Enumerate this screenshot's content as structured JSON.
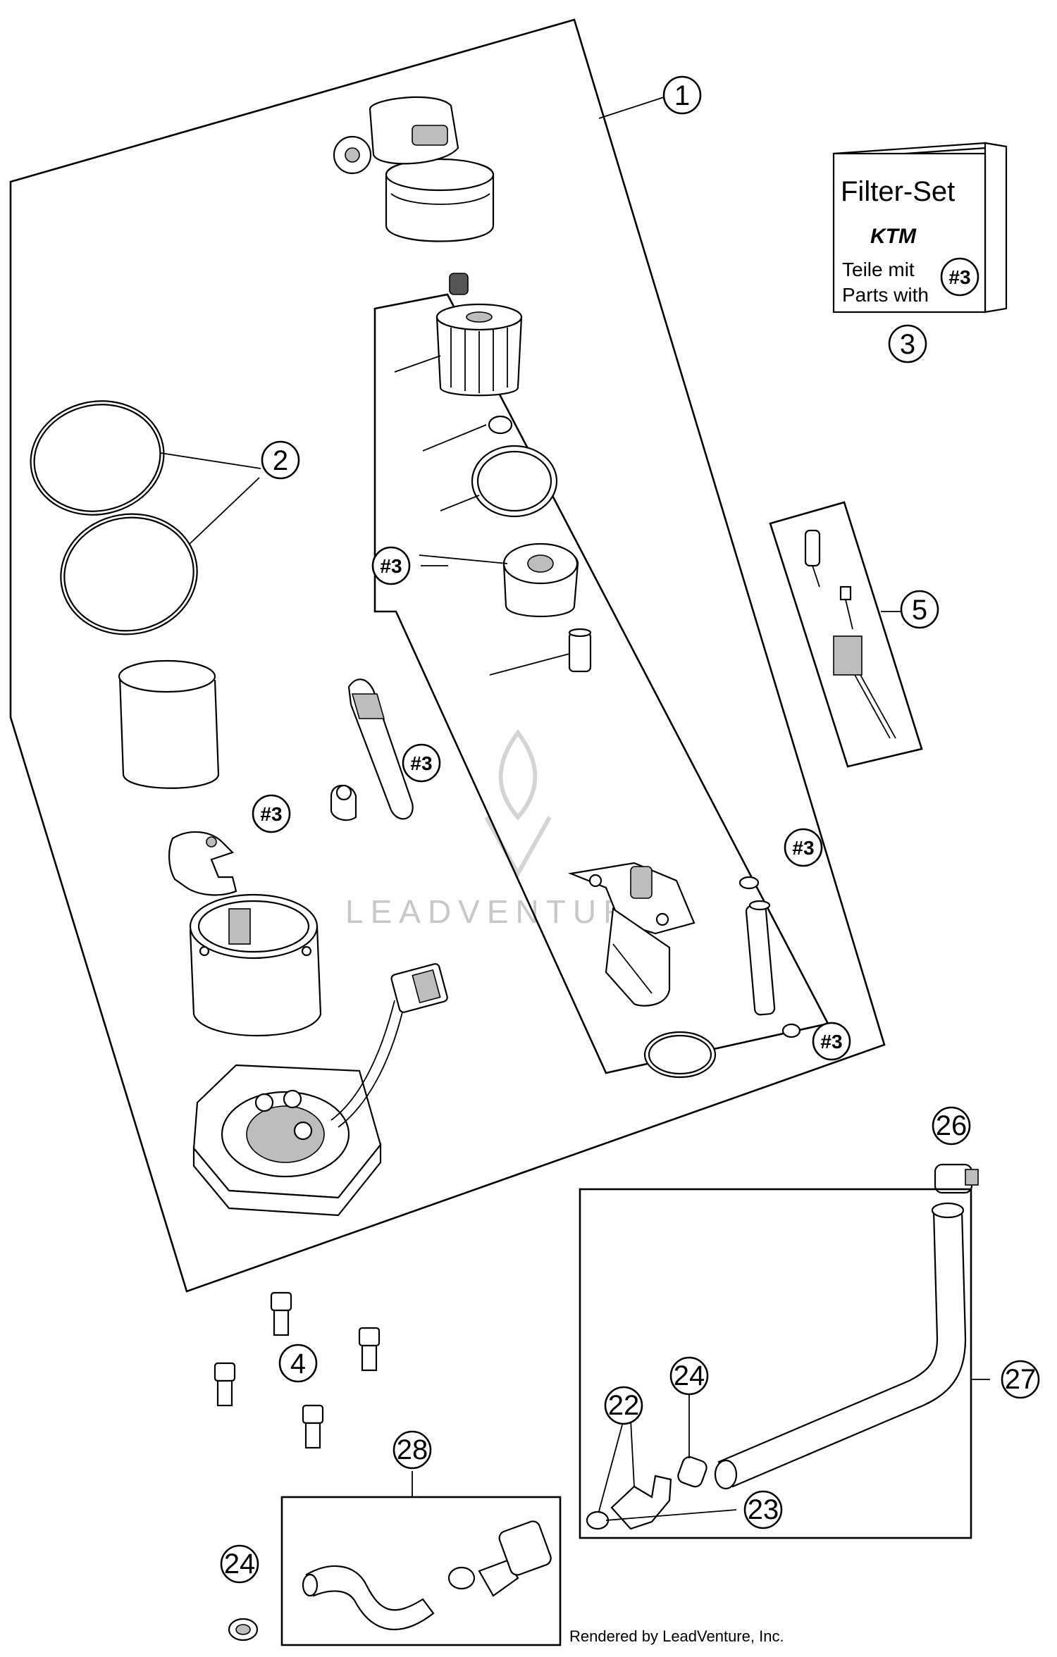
{
  "callouts": {
    "c1": "1",
    "c2": "2",
    "c3": "3",
    "c4": "4",
    "c5": "5",
    "c22": "22",
    "c23": "23",
    "c24a": "24",
    "c24b": "24",
    "c26": "26",
    "c27": "27",
    "c28": "28"
  },
  "refs": {
    "ref_label": "#3"
  },
  "filter_set": {
    "title": "Filter-Set",
    "brand": "KTM",
    "line1": "Teile mit",
    "line2": "Parts with",
    "badge": "#3"
  },
  "watermark": "LEADVENTURE",
  "credit": "Rendered by LeadVenture, Inc."
}
